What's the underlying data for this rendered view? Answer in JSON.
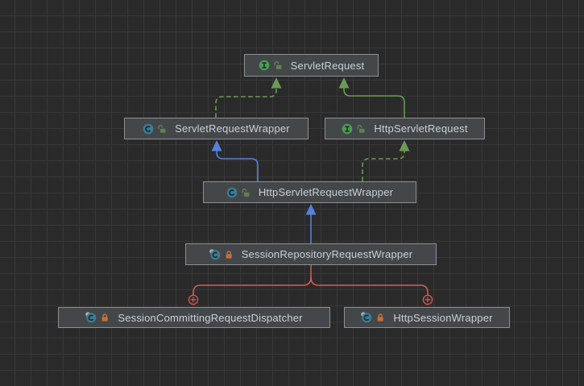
{
  "app": {
    "name": "UML class diagram (dark IDE theme)"
  },
  "colors": {
    "canvas_bg": "#2a2a2a",
    "grid_line": "#383838",
    "node_bg": "#444749",
    "node_border": "#8d9093",
    "node_text": "#c9d0db",
    "edge_green": "#6a9b56",
    "edge_blue": "#5481de",
    "edge_red": "#df5b51",
    "interface_icon": "#499c54",
    "class_icon": "#3c7d93",
    "lock_open": "#61814f",
    "lock_closed": "#c1713c",
    "final_marker": "#a9acaf"
  },
  "nodes": {
    "servletRequest": {
      "label": "ServletRequest",
      "kind": "interface",
      "visibility": "public",
      "icons": [
        "interface-icon",
        "lock-open-icon"
      ]
    },
    "servletRequestWrapper": {
      "label": "ServletRequestWrapper",
      "kind": "class",
      "visibility": "public",
      "icons": [
        "class-icon",
        "lock-open-icon"
      ]
    },
    "httpServletRequest": {
      "label": "HttpServletRequest",
      "kind": "interface",
      "visibility": "public",
      "icons": [
        "interface-icon",
        "lock-open-icon"
      ]
    },
    "httpServletRequestWrapper": {
      "label": "HttpServletRequestWrapper",
      "kind": "class",
      "visibility": "public",
      "icons": [
        "class-icon",
        "lock-open-icon"
      ]
    },
    "sessionRepositoryRequestWrapper": {
      "label": "SessionRepositoryRequestWrapper",
      "kind": "final-class",
      "visibility": "private",
      "icons": [
        "final-class-icon",
        "lock-closed-icon"
      ]
    },
    "sessionCommittingRequestDispatcher": {
      "label": "SessionCommittingRequestDispatcher",
      "kind": "final-class",
      "visibility": "private",
      "icons": [
        "final-class-icon",
        "lock-closed-icon"
      ]
    },
    "httpSessionWrapper": {
      "label": "HttpSessionWrapper",
      "kind": "final-class",
      "visibility": "private",
      "icons": [
        "final-class-icon",
        "lock-closed-icon"
      ]
    }
  },
  "edges": [
    {
      "from": "ServletRequestWrapper",
      "to": "ServletRequest",
      "type": "implements",
      "style": "dashed",
      "color": "green",
      "marker": "triangle"
    },
    {
      "from": "HttpServletRequest",
      "to": "ServletRequest",
      "type": "extends",
      "style": "solid",
      "color": "green",
      "marker": "triangle"
    },
    {
      "from": "HttpServletRequestWrapper",
      "to": "ServletRequestWrapper",
      "type": "extends",
      "style": "solid",
      "color": "blue",
      "marker": "triangle"
    },
    {
      "from": "HttpServletRequestWrapper",
      "to": "HttpServletRequest",
      "type": "implements",
      "style": "dashed",
      "color": "green",
      "marker": "triangle"
    },
    {
      "from": "SessionRepositoryRequestWrapper",
      "to": "HttpServletRequestWrapper",
      "type": "extends",
      "style": "solid",
      "color": "blue",
      "marker": "triangle"
    },
    {
      "from": "SessionRepositoryRequestWrapper",
      "to": "SessionCommittingRequestDispatcher",
      "type": "inner-class",
      "style": "solid",
      "color": "red",
      "marker": "circle-plus"
    },
    {
      "from": "SessionRepositoryRequestWrapper",
      "to": "HttpSessionWrapper",
      "type": "inner-class",
      "style": "solid",
      "color": "red",
      "marker": "circle-plus"
    }
  ]
}
